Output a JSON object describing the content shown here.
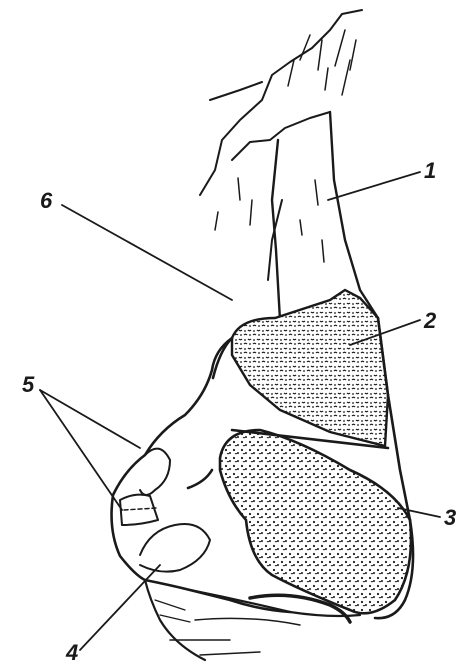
{
  "labels": {
    "l1": "1",
    "l2": "2",
    "l3": "3",
    "l4": "4",
    "l5": "5",
    "l6": "6"
  },
  "colors": {
    "ink": "#1a1a1a",
    "paper": "#ffffff"
  }
}
